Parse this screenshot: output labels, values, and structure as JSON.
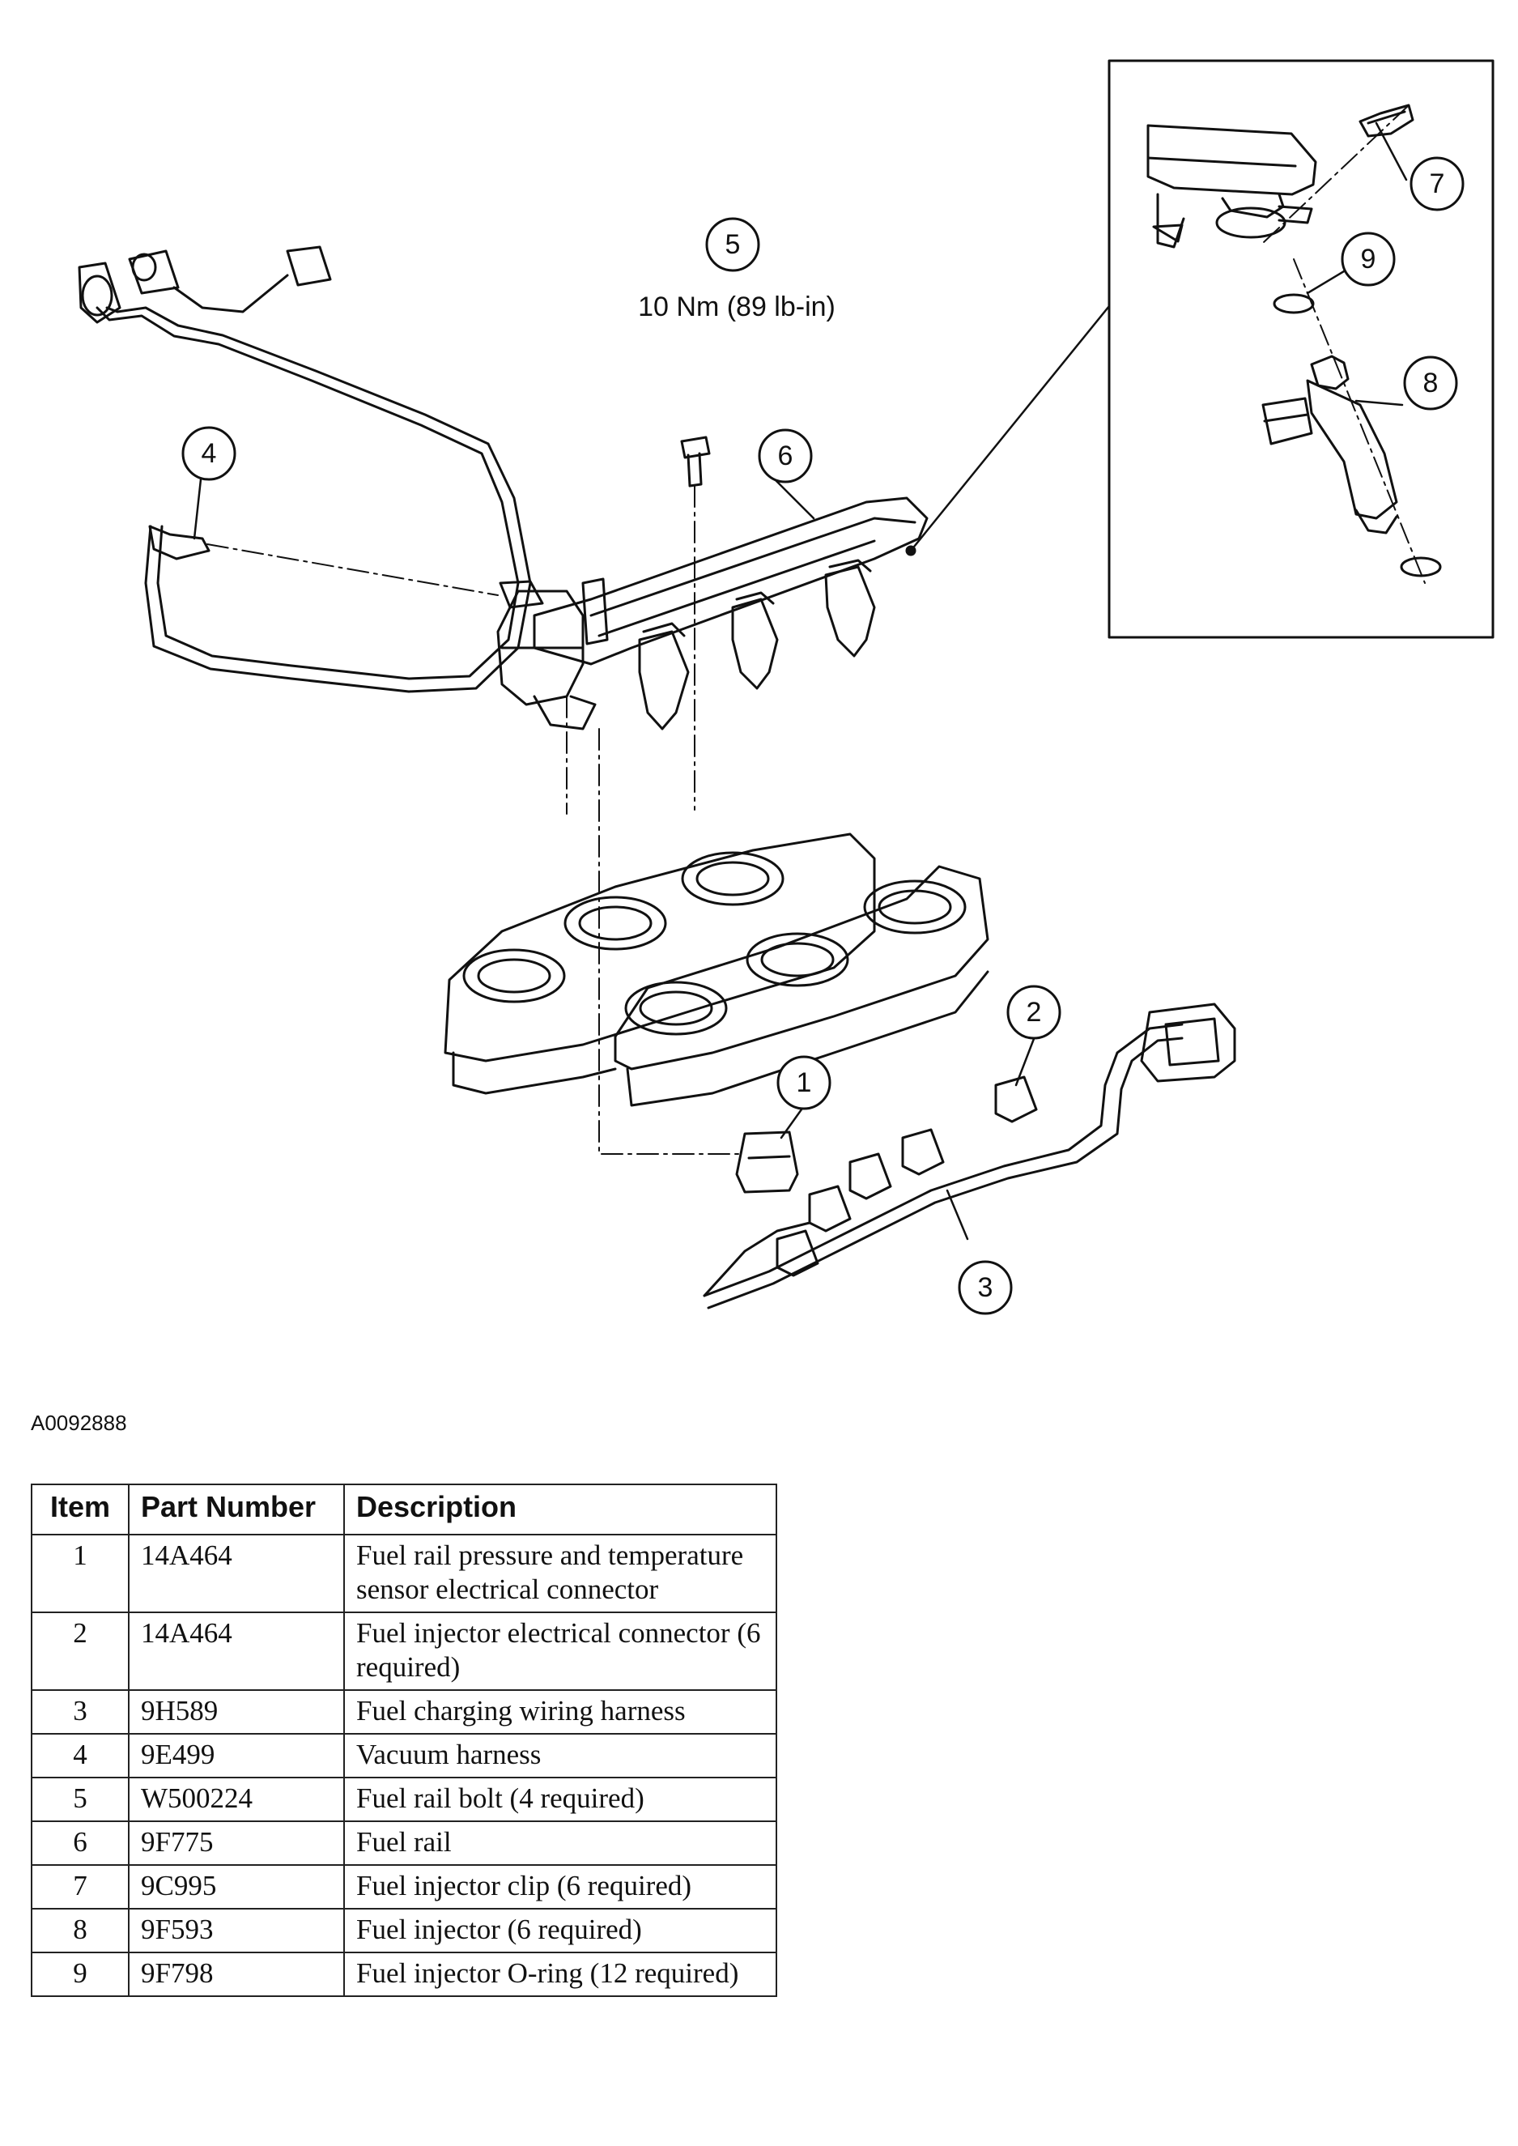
{
  "diagram": {
    "torque_spec": "10 Nm (89 lb-in)",
    "figure_id": "A0092888",
    "callouts": [
      "1",
      "2",
      "3",
      "4",
      "5",
      "6",
      "7",
      "8",
      "9"
    ]
  },
  "table": {
    "headers": {
      "item": "Item",
      "part_number": "Part Number",
      "description": "Description"
    },
    "rows": [
      {
        "item": "1",
        "part": "14A464",
        "desc": "Fuel rail pressure and temperature sensor electrical connector"
      },
      {
        "item": "2",
        "part": "14A464",
        "desc": "Fuel injector electrical connector (6 required)"
      },
      {
        "item": "3",
        "part": "9H589",
        "desc": "Fuel charging wiring harness"
      },
      {
        "item": "4",
        "part": "9E499",
        "desc": "Vacuum harness"
      },
      {
        "item": "5",
        "part": "W500224",
        "desc": "Fuel rail bolt (4 required)"
      },
      {
        "item": "6",
        "part": "9F775",
        "desc": "Fuel rail"
      },
      {
        "item": "7",
        "part": "9C995",
        "desc": "Fuel injector clip (6 required)"
      },
      {
        "item": "8",
        "part": "9F593",
        "desc": "Fuel injector (6 required)"
      },
      {
        "item": "9",
        "part": "9F798",
        "desc": "Fuel injector O-ring (12 required)"
      }
    ]
  }
}
